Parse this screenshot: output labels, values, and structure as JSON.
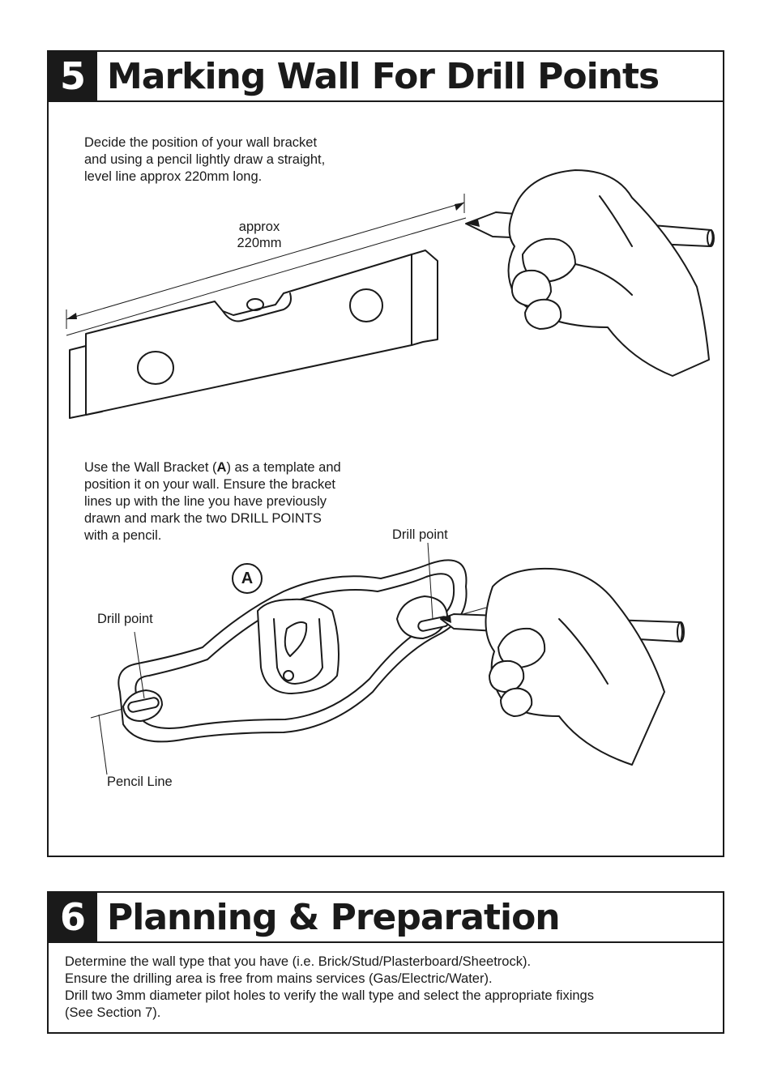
{
  "section5": {
    "number": "5",
    "title": "Marking Wall For Drill Points",
    "step1_text": "Decide the position of your wall bracket\nand using a pencil lightly draw a straight,\nlevel line approx 220mm long.",
    "measure_label": "approx\n220mm",
    "step2_text_pre": "Use the Wall Bracket (",
    "step2_text_bold": "A",
    "step2_text_post": ") as a template and\nposition it on your wall. Ensure the bracket\nlines up with the line you have previously\ndrawn and mark the two DRILL POINTS\nwith a pencil.",
    "bracket_callout": "A",
    "drill_point_left": "Drill point",
    "drill_point_right": "Drill point",
    "pencil_line_label": "Pencil Line"
  },
  "section6": {
    "number": "6",
    "title": "Planning & Preparation",
    "body": "Determine the wall type that you have (i.e. Brick/Stud/Plasterboard/Sheetrock).\nEnsure the drilling area is free from mains services (Gas/Electric/Water).\nDrill two 3mm diameter pilot holes to verify the wall type and select the appropriate fixings\n(See Section 7)."
  }
}
